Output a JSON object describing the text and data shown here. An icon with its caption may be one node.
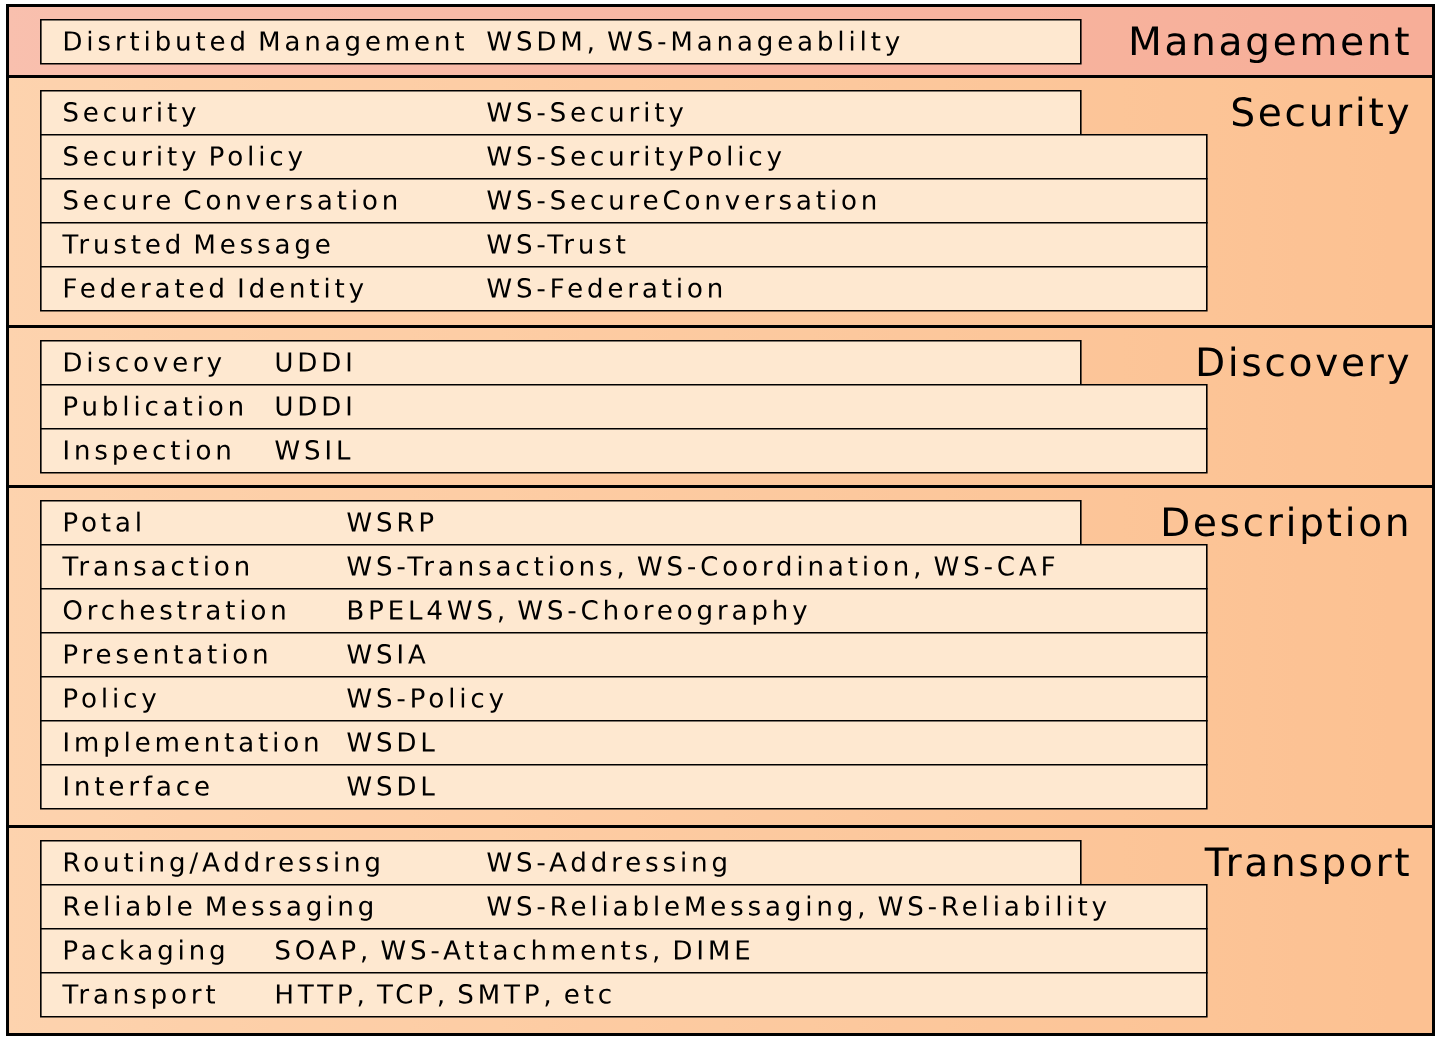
{
  "diagram": {
    "nodes": [
      {
        "text": [
          "Management"
        ]
      },
      {
        "text": [
          "Disrtibuted Management",
          "WSDM, WS-Manageablilty"
        ],
        "in": 0
      },
      {
        "text": [
          "Security"
        ]
      },
      {
        "text": [
          "Security",
          "WS-Security"
        ],
        "in": 2
      },
      {
        "text": [
          "Security Policy",
          "WS-SecurityPolicy"
        ],
        "in": 2
      },
      {
        "text": [
          "Secure Conversation",
          "WS-SecureConversation"
        ],
        "in": 2
      },
      {
        "text": [
          "Trusted Message",
          "WS-Trust"
        ],
        "in": 2
      },
      {
        "text": [
          "Federated Identity",
          "WS-Federation"
        ],
        "in": 2
      },
      {
        "text": [
          "Discovery"
        ]
      },
      {
        "text": [
          "Discovery",
          "UDDI"
        ],
        "in": 8
      },
      {
        "text": [
          "Publication",
          "UDDI"
        ],
        "in": 8
      },
      {
        "text": [
          "Inspection",
          "WSIL"
        ],
        "in": 8
      },
      {
        "text": [
          "Description"
        ]
      },
      {
        "text": [
          "Potal",
          "WSRP"
        ],
        "in": 12
      },
      {
        "text": [
          "Transaction",
          "WS-Transactions, WS-Coordination, WS-CAF"
        ],
        "in": 12
      },
      {
        "text": [
          "Orchestration",
          "BPEL4WS, WS-Choreography"
        ],
        "in": 12
      },
      {
        "text": [
          "Presentation",
          "WSIA"
        ],
        "in": 12
      },
      {
        "text": [
          "Policy",
          "WS-Policy"
        ],
        "in": 12
      },
      {
        "text": [
          "Implementation",
          "WSDL"
        ],
        "in": 12
      },
      {
        "text": [
          "Interface",
          "WSDL"
        ],
        "in": 12
      },
      {
        "text": [
          "Transport"
        ]
      },
      {
        "text": [
          "Routing/Addressing",
          "WS-Addressing"
        ],
        "in": 20
      },
      {
        "text": [
          "Reliable Messaging",
          "WS-ReliableMessaging, WS-Reliability"
        ],
        "in": 20
      },
      {
        "text": [
          "Packaging",
          "SOAP, WS-Attachments, DIME"
        ],
        "in": 20
      },
      {
        "text": [
          "Transport",
          "HTTP, TCP, SMTP, etc"
        ],
        "in": 20
      }
    ]
  }
}
